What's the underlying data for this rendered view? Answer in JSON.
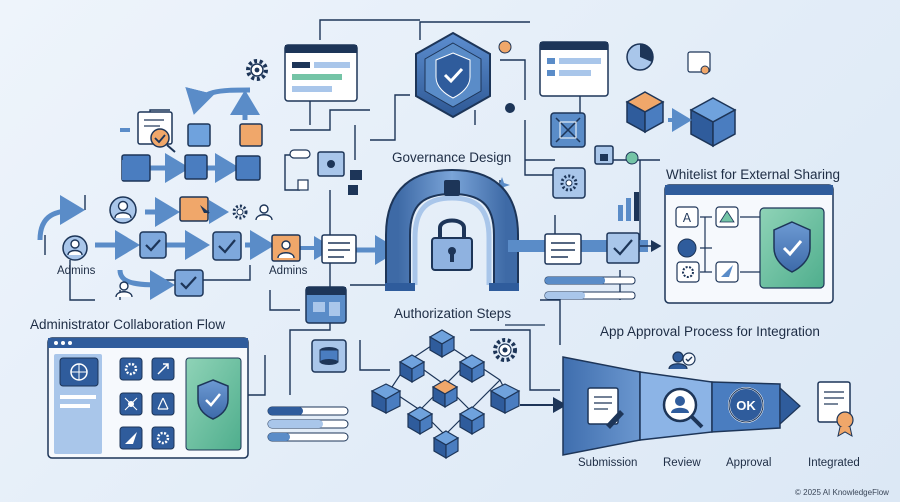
{
  "labels": {
    "governance_design": "Governance Design",
    "whitelist": "Whitelist for External Sharing",
    "admins_left": "Admins",
    "admins_mid": "Admins",
    "admin_collab_flow": "Administrator Collaboration Flow",
    "authorization_steps": "Authorization Steps",
    "app_approval": "App Approval Process for Integration",
    "copyright": "© 2025 AI KnowledgeFlow"
  },
  "pipeline_stages": [
    "Submission",
    "Review",
    "Approval",
    "Integrated"
  ],
  "ok_badge": "OK",
  "icons": {
    "governance": "shield-check-icon",
    "authorization": "padlock-arch-icon",
    "whitelist": "shield-check-icon",
    "apps": [
      "settings-gear-icon",
      "external-link-icon",
      "network-icon",
      "share-icon",
      "arrow-icon",
      "gear-icon"
    ]
  },
  "colors": {
    "navy": "#1d3558",
    "blue_mid": "#5a8cc8",
    "blue_light": "#a9c6ea",
    "blue_pale": "#d6e4f5",
    "orange": "#f0a76a",
    "green": "#74c4a6",
    "shield": "#4d7fc1"
  }
}
